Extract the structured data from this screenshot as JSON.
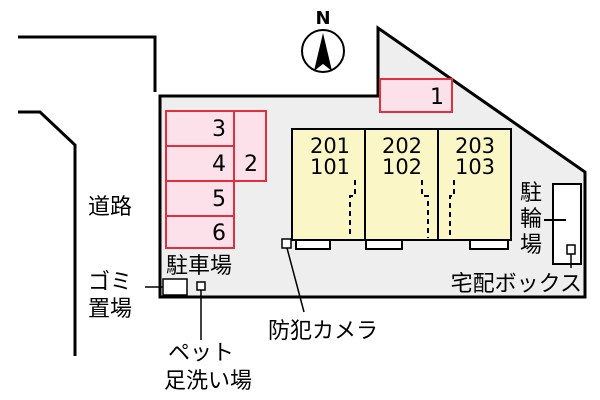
{
  "compass": {
    "label": "N"
  },
  "road": {
    "label": "道路"
  },
  "parking": {
    "label": "駐車場",
    "spaces": [
      {
        "id": "1",
        "label": "1"
      },
      {
        "id": "2",
        "label": "2"
      },
      {
        "id": "3",
        "label": "3"
      },
      {
        "id": "4",
        "label": "4"
      },
      {
        "id": "5",
        "label": "5"
      },
      {
        "id": "6",
        "label": "6"
      }
    ]
  },
  "building": {
    "units": [
      {
        "upper": "201",
        "lower": "101"
      },
      {
        "upper": "202",
        "lower": "102"
      },
      {
        "upper": "203",
        "lower": "103"
      }
    ]
  },
  "bicycle_parking": {
    "label_lines": [
      "駐",
      "輪",
      "場"
    ]
  },
  "delivery_box": {
    "label": "宅配ボックス"
  },
  "security_camera": {
    "label": "防犯カメラ"
  },
  "garbage": {
    "label_lines": [
      "ゴミ",
      "置場"
    ]
  },
  "pet_wash": {
    "label_lines": [
      "ペット",
      "足洗い場"
    ]
  },
  "colors": {
    "parking_fill": "#fce0ea",
    "parking_stroke": "#e03040",
    "site_fill": "#eeeeee",
    "building_fill": "#fbf6c6"
  }
}
